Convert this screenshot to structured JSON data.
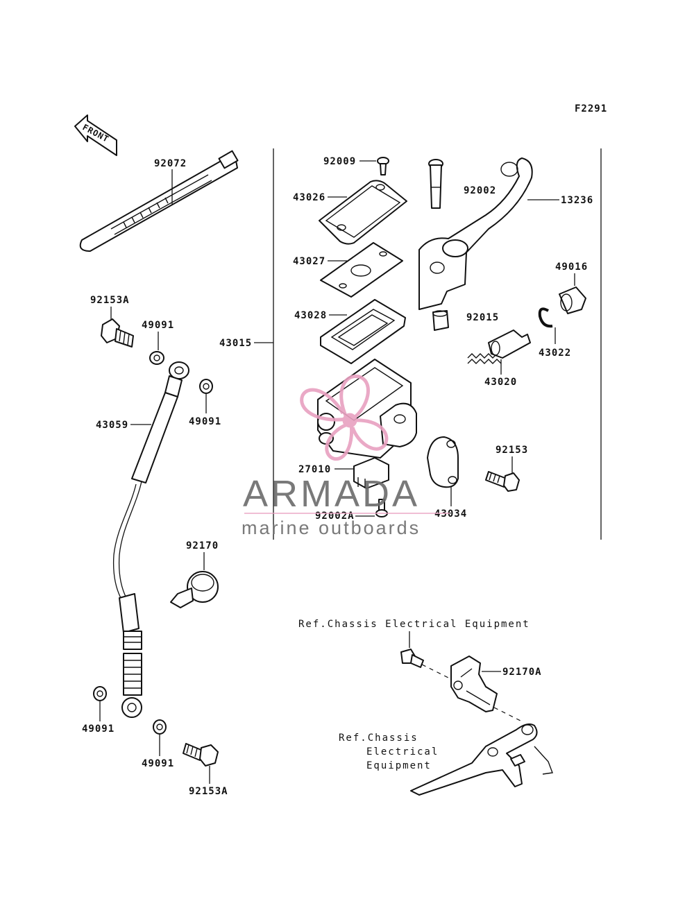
{
  "figure_code": "F2291",
  "front_label": "FRONT",
  "parts": {
    "p92072": "92072",
    "p92153A_top": "92153A",
    "p49091_a": "49091",
    "p49091_b": "49091",
    "p43059": "43059",
    "p43015": "43015",
    "p92009": "92009",
    "p43026": "43026",
    "p43027": "43027",
    "p43028": "43028",
    "p92002": "92002",
    "p13236": "13236",
    "p49016": "49016",
    "p92015": "92015",
    "p43022": "43022",
    "p43020": "43020",
    "p27010": "27010",
    "p92153": "92153",
    "p43034": "43034",
    "p92002A": "92002A",
    "p92170": "92170",
    "p92170A": "92170A",
    "p49091_c": "49091",
    "p49091_d": "49091",
    "p92153A_bottom": "92153A"
  },
  "references": {
    "ref_top": "Ref.Chassis Electrical Equipment",
    "ref_bottom_line1": "Ref.Chassis",
    "ref_bottom_line2": "Electrical",
    "ref_bottom_line3": "Equipment"
  },
  "watermark": {
    "brand": "ARMADA",
    "tagline": "marine outboards",
    "logo_color": "#e8a0c0",
    "text_color": "#6b6b6b",
    "rule_color": "#e8a0c0"
  }
}
